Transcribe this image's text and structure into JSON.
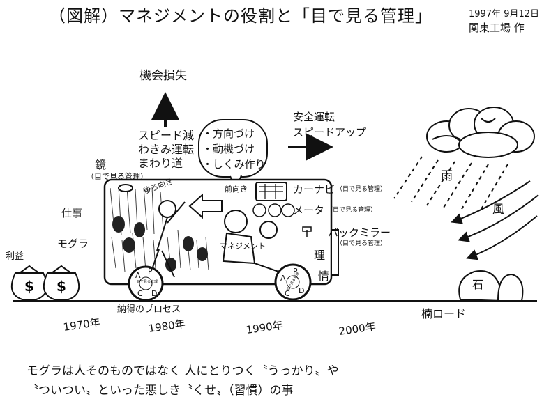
{
  "header": {
    "title": "（図解）マネジメントの役割と「目で見る管理」",
    "date": "1997年  9月12日",
    "author": "関東工場   作"
  },
  "labels": {
    "opportunity_loss": "機会損失",
    "slow_items": [
      "スピード減",
      "わきみ運転",
      "まわり道"
    ],
    "bubble_items": [
      "・方向づけ",
      "・動機づけ",
      "・しくみ作り"
    ],
    "safe_items": [
      "安全運転",
      "スピードアップ"
    ],
    "rain": "雨",
    "wind": "風",
    "mirror": "鏡",
    "mirror_sub": "（目で見る管理）",
    "looking_back": "後ろ向き",
    "forward": "前向き",
    "work": "仕事",
    "mole": "モグラ",
    "profit": "利益",
    "navi": "カーナビ",
    "navi_sub": "（目で見る管理）",
    "meter": "メータ",
    "meter_sub": "（目で見る管理）",
    "backmirror": "バックミラー",
    "backmirror_sub": "（目で見る管理）",
    "management": "マネジメント",
    "reason": "理",
    "emotion": "情",
    "process": "納得のプロセス",
    "stone": "石",
    "road": "楠ロード",
    "pdca": [
      "A",
      "P",
      "C",
      "D"
    ],
    "wheel_center": "目で見る管理"
  },
  "years": [
    "1970年",
    "1980年",
    "1990年",
    "2000年"
  ],
  "footer": {
    "line1": "モグラは人そのものではなく 人にとりつく〝うっかり〟や",
    "line2": "〝ついつい〟といった悪しき〝くせ〟（習慣）の事"
  }
}
